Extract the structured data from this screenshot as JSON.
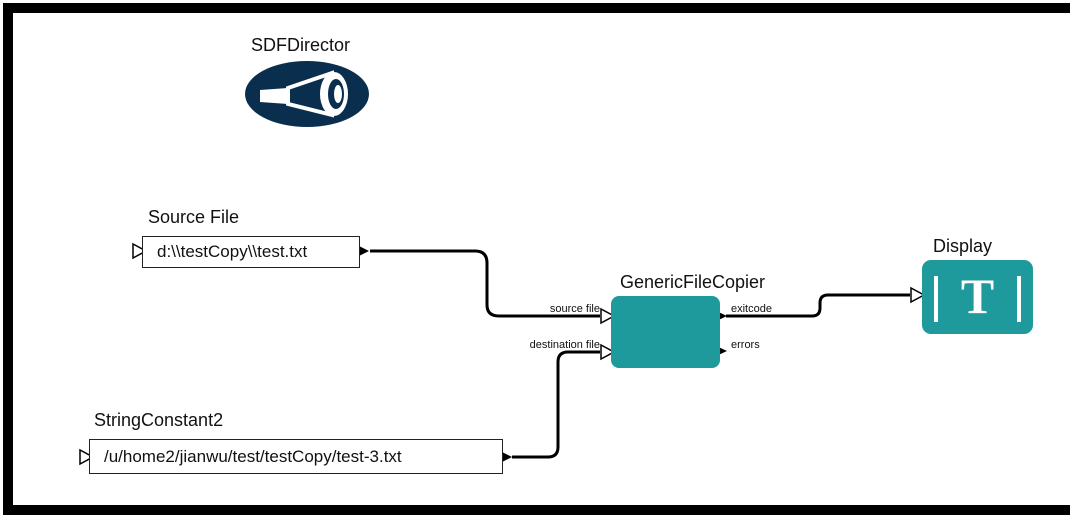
{
  "director": {
    "name": "SDFDirector",
    "icon": "megaphone-icon",
    "color": "#0a2e4e"
  },
  "actors": {
    "source_file": {
      "title": "Source File",
      "value": "d:\\\\testCopy\\\\test.txt"
    },
    "string_constant": {
      "title": "StringConstant2",
      "value": "/u/home2/jianwu/test/testCopy/test-3.txt"
    },
    "copier": {
      "title": "GenericFileCopier",
      "inputs": [
        "source file",
        "destination file"
      ],
      "outputs": [
        "exitcode",
        "errors"
      ],
      "color": "#1e9a9c"
    },
    "display": {
      "title": "Display",
      "icon": "text-display-icon",
      "glyph": "T",
      "color": "#1e9a9c"
    }
  },
  "colors": {
    "frame": "#000000",
    "wire": "#000000",
    "canvas": "#ffffff"
  }
}
